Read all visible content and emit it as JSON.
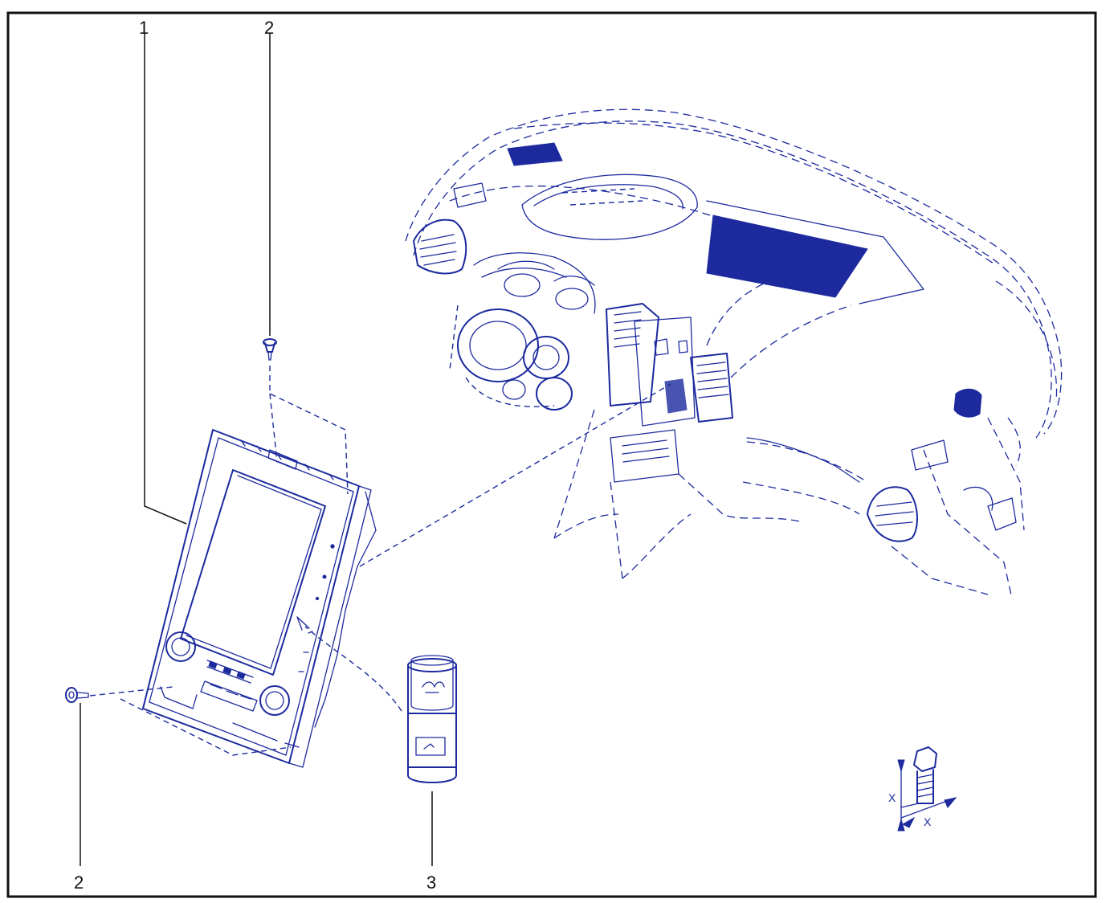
{
  "callouts": {
    "c1": "1",
    "c2_top": "2",
    "c2_bottom": "2",
    "c3": "3"
  },
  "torque_symbol": {
    "label_left": "X",
    "label_bottom": "X"
  },
  "colors": {
    "line": "#1c2a9e",
    "border": "#111111",
    "background": "#ffffff"
  }
}
